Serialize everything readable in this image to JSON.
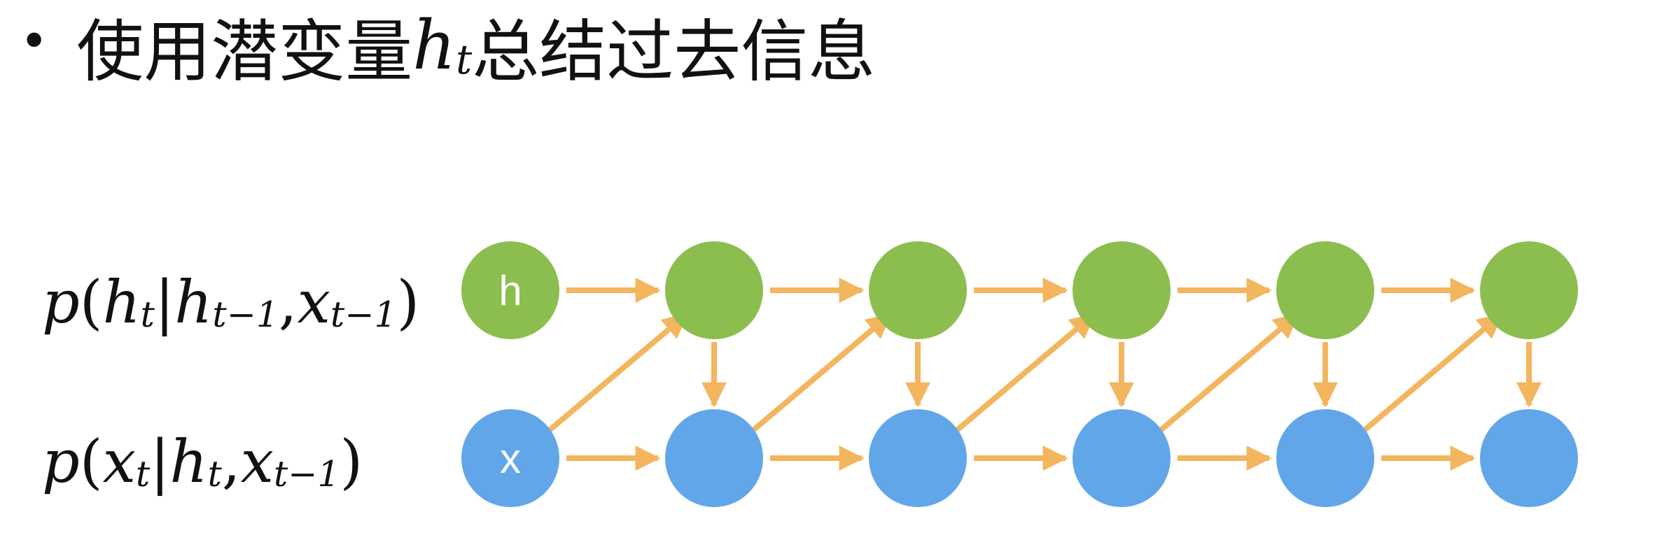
{
  "heading": {
    "bullet": "•",
    "prefix": "使用潜变量 ",
    "var": "h",
    "sub": "t",
    "suffix": " 总结过去信息"
  },
  "formulas": [
    {
      "p": "p",
      "open": "(",
      "a": "h",
      "a_sub": "t",
      "bar": "|",
      "b": "h",
      "b_sub": "t−1",
      "comma": ", ",
      "c": "x",
      "c_sub": "t−1",
      "close": ")"
    },
    {
      "p": "p",
      "open": "(",
      "a": "x",
      "a_sub": "t",
      "bar": "|",
      "b": "h",
      "b_sub": "t",
      "comma": ", ",
      "c": "x",
      "c_sub": "t−1",
      "close": ")"
    }
  ],
  "diagram": {
    "columns": 6,
    "first_h_label": "h",
    "first_x_label": "x",
    "colors": {
      "h": "#8BBE4E",
      "x": "#62A6EA",
      "arrow": "#F3B55E"
    }
  }
}
